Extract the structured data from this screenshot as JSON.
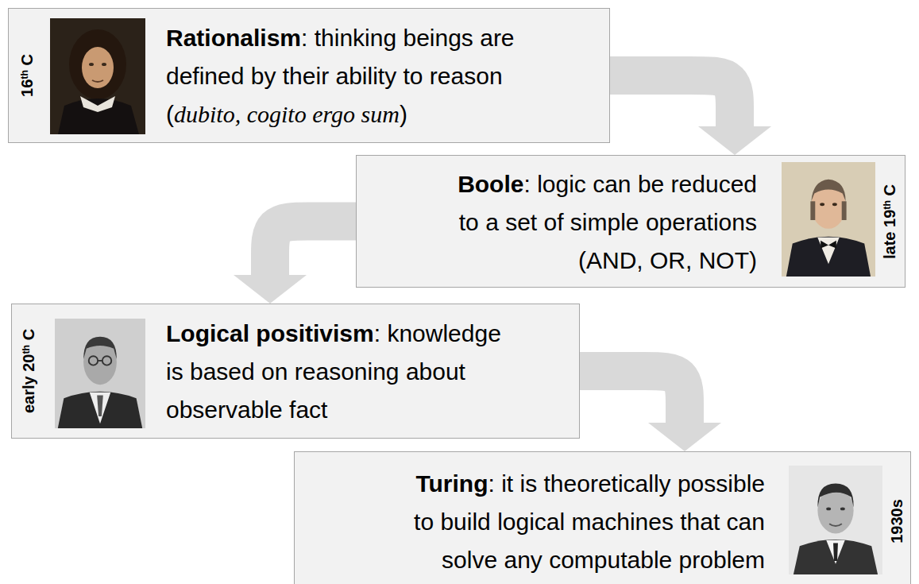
{
  "diagram": {
    "nodes": [
      {
        "text": [
          "16th C",
          "Rationalism: thinking beings are defined by their ability to reason (dubito, cogito ergo sum)"
        ]
      },
      {
        "text": [
          "late 19th C",
          "Boole: logic can be reduced to a set of simple operations (AND, OR, NOT)"
        ]
      },
      {
        "text": [
          "early 20th C",
          "Logical positivism: knowledge is based on reasoning about observable fact"
        ]
      },
      {
        "text": [
          "1930s",
          "Turing: it is theoretically possible to build logical machines that can solve any computable problem"
        ]
      }
    ],
    "edges": [
      {
        "from": 0,
        "to": 1,
        "arrow": "to"
      },
      {
        "from": 1,
        "to": 2,
        "arrow": "to"
      },
      {
        "from": 2,
        "to": 3,
        "arrow": "to"
      }
    ]
  }
}
